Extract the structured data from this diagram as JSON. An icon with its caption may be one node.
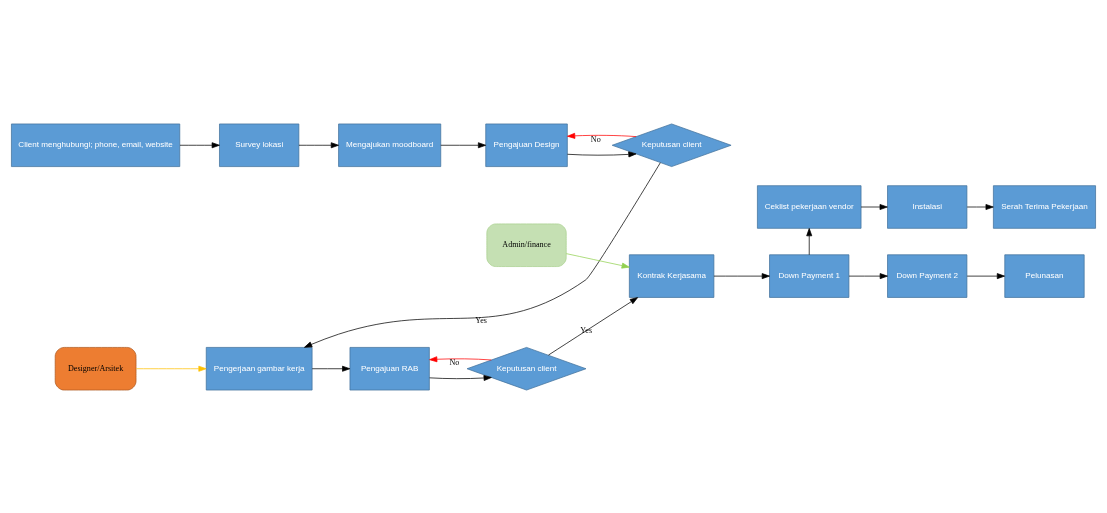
{
  "diagram": {
    "nodes": [
      {
        "text": [
          "Client menghubungi; phone, email, website"
        ]
      },
      {
        "text": [
          "Survey lokasi"
        ]
      },
      {
        "text": [
          "Mengajukan moodboard"
        ]
      },
      {
        "text": [
          "Pengajuan Design"
        ]
      },
      {
        "text": [
          "Keputusan client"
        ]
      },
      {
        "text": [
          "Pengerjaan gambar kerja"
        ]
      },
      {
        "text": [
          "Pengajuan RAB"
        ]
      },
      {
        "text": [
          "Keputusan client"
        ]
      },
      {
        "text": [
          "Kontrak Kerjasama"
        ]
      },
      {
        "text": [
          "Down Payment 1"
        ]
      },
      {
        "text": [
          "Down Payment 2"
        ]
      },
      {
        "text": [
          "Pelunasan"
        ]
      },
      {
        "text": [
          "Designer/Arsitek"
        ]
      },
      {
        "text": [
          "Admin/finance"
        ]
      },
      {
        "text": [
          "Ceklist pekerjaan vendor"
        ]
      },
      {
        "text": [
          "Instalasi"
        ]
      },
      {
        "text": [
          "Serah Terima Pekerjaan"
        ]
      }
    ],
    "edges": [
      {
        "from": 0,
        "to": 1,
        "arrow": "to"
      },
      {
        "from": 1,
        "to": 2,
        "arrow": "to"
      },
      {
        "from": 2,
        "to": 3,
        "arrow": "to"
      },
      {
        "from": 3,
        "to": 4,
        "arrow": "to"
      },
      {
        "from": 4,
        "to": 3,
        "arrow": "to",
        "label": "No",
        "color": "#ff0000"
      },
      {
        "from": 4,
        "to": 5,
        "arrow": "to",
        "label": "Yes"
      },
      {
        "from": 5,
        "to": 6,
        "arrow": "to"
      },
      {
        "from": 6,
        "to": 7,
        "arrow": "to"
      },
      {
        "from": 7,
        "to": 6,
        "arrow": "to",
        "label": "No",
        "color": "#ff0000"
      },
      {
        "from": 7,
        "to": 8,
        "arrow": "to",
        "label": "Yes"
      },
      {
        "from": 8,
        "to": 9,
        "arrow": "to"
      },
      {
        "from": 9,
        "to": 10,
        "arrow": "to"
      },
      {
        "from": 10,
        "to": 11,
        "arrow": "to"
      },
      {
        "from": 12,
        "to": 5,
        "arrow": "to",
        "color": "#ffc000"
      },
      {
        "from": 13,
        "to": 8,
        "arrow": "to",
        "color": "#92d050"
      },
      {
        "from": 9,
        "to": 14,
        "arrow": "to"
      },
      {
        "from": 14,
        "to": 15,
        "arrow": "to"
      },
      {
        "from": 15,
        "to": 16,
        "arrow": "to"
      }
    ]
  }
}
